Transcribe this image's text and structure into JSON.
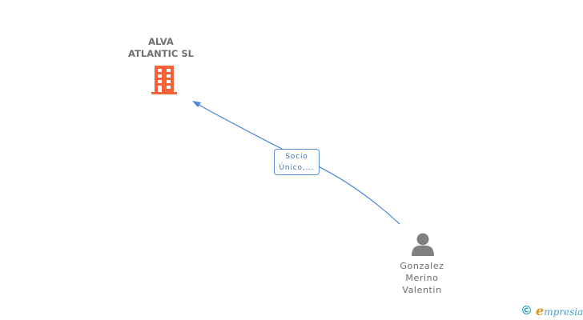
{
  "nodes": {
    "company": {
      "name_line1": "ALVA",
      "name_line2": "ATLANTIC SL",
      "icon": "building-icon",
      "color": "#f4623a"
    },
    "person": {
      "name_line1": "Gonzalez",
      "name_line2": "Merino",
      "name_line3": "Valentin",
      "icon": "person-icon",
      "color": "#808080"
    }
  },
  "edges": [
    {
      "from": "person",
      "to": "company",
      "label_line1": "Socio",
      "label_line2": "Único,...",
      "color": "#4a85d6"
    }
  ],
  "branding": {
    "copyright_symbol": "©",
    "name_initial": "e",
    "name_rest": "mpresia"
  }
}
